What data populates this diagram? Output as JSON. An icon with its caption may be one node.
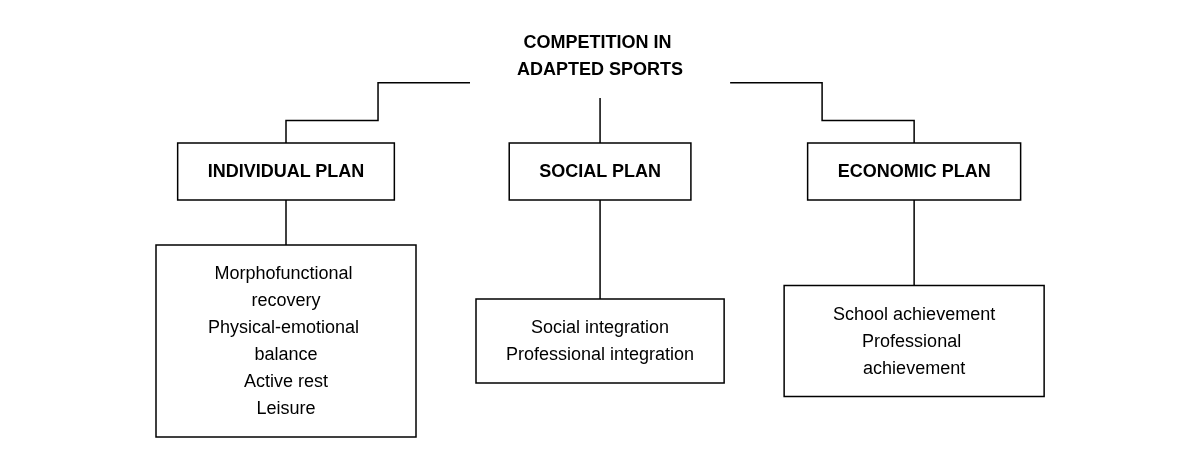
{
  "diagram": {
    "nodes": [
      {
        "text": [
          "COMPETITION IN ADAPTED SPORTS"
        ]
      },
      {
        "text": [
          "INDIVIDUAL PLAN"
        ]
      },
      {
        "text": [
          "SOCIAL PLAN"
        ]
      },
      {
        "text": [
          "ECONOMIC PLAN"
        ]
      },
      {
        "text": [
          "Morphofunctional recovery",
          "Physical-emotional balance",
          "Active rest",
          "Leisure"
        ]
      },
      {
        "text": [
          "Social integration",
          "Professional integration"
        ]
      },
      {
        "text": [
          "School achievement",
          "Professional achievement"
        ]
      }
    ],
    "edges": [
      {
        "from": 0,
        "to": 1,
        "arrow": "none"
      },
      {
        "from": 0,
        "to": 2,
        "arrow": "none"
      },
      {
        "from": 0,
        "to": 3,
        "arrow": "none"
      },
      {
        "from": 1,
        "to": 4,
        "arrow": "none"
      },
      {
        "from": 2,
        "to": 5,
        "arrow": "none"
      },
      {
        "from": 3,
        "to": 6,
        "arrow": "none"
      }
    ]
  }
}
